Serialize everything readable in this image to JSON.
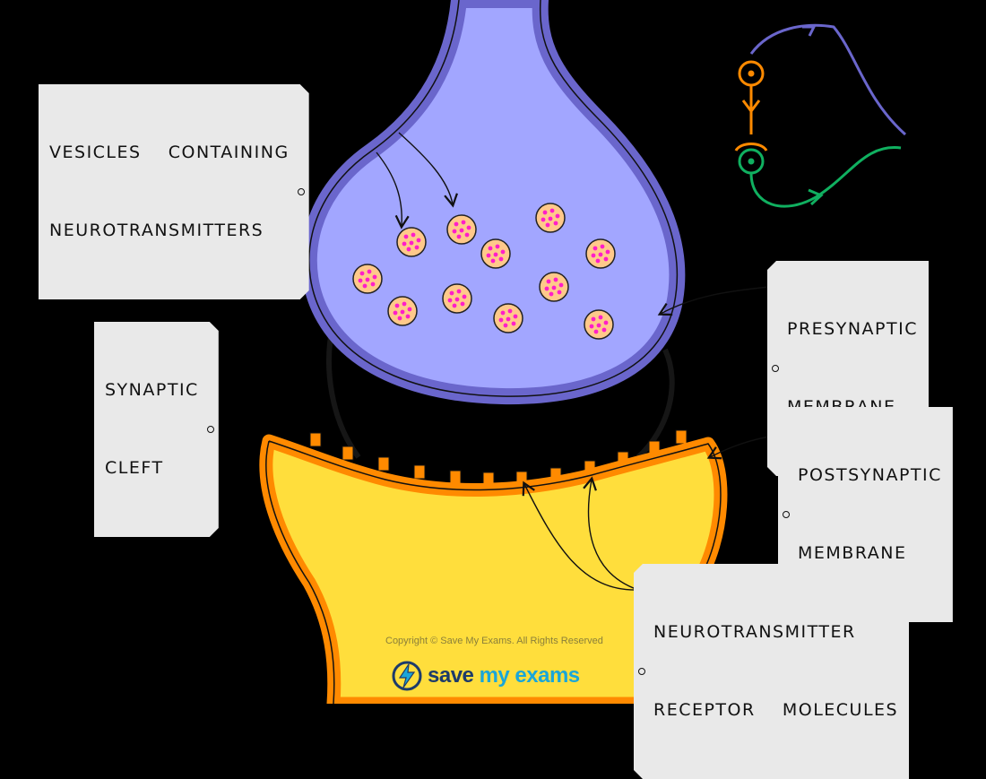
{
  "labels": {
    "vesicles": [
      "VESICLES    CONTAINING",
      "NEUROTRANSMITTERS"
    ],
    "synaptic_cleft": [
      "SYNAPTIC",
      "CLEFT"
    ],
    "presynaptic": [
      "PRESYNAPTIC",
      "MEMBRANE"
    ],
    "postsynaptic": [
      "POSTSYNAPTIC",
      "MEMBRANE"
    ],
    "receptor": [
      "NEUROTRANSMITTER",
      "RECEPTOR    MOLECULES"
    ]
  },
  "footer": {
    "copyright": "Copyright © Save My Exams. All Rights Reserved",
    "brand_left": "save",
    "brand_mid": "my",
    "brand_right": "exams"
  },
  "colors": {
    "background": "#000000",
    "presynaptic_fill": "#a2a6ff",
    "presynaptic_membrane": "#6a66cc",
    "postsynaptic_fill": "#ffde3c",
    "postsynaptic_membrane": "#ff8a00",
    "vesicle_fill": "#ffc98a",
    "neurotransmitter": "#ff1ec8",
    "icon_orange": "#ff8a00",
    "icon_purple": "#6a66cc",
    "icon_green": "#10b060"
  },
  "icons": [
    "neuron-synapse-icon",
    "lightning-icon"
  ]
}
